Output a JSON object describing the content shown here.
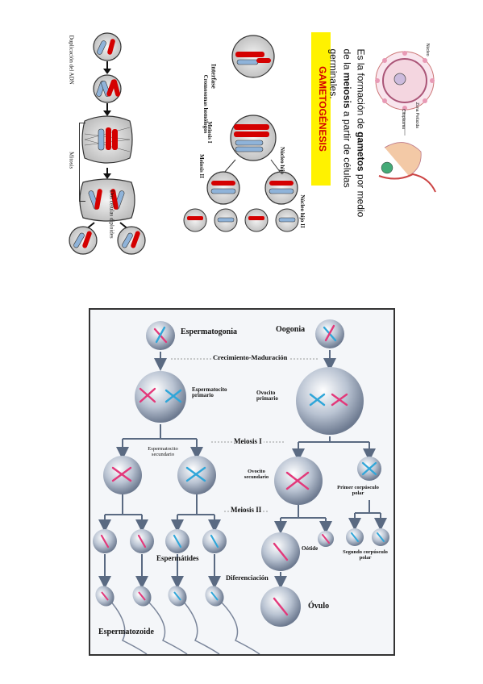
{
  "mitosis": {
    "dup_label": "Duplicación del ADN",
    "mitosis_label": "Mitosis",
    "diploid_label": "Dos células diploides"
  },
  "meiosis_small": {
    "interfase": "Interfase",
    "homologos": "Cromosomas homólogos",
    "meiosis1": "Meiosis I",
    "meiosis2": "Meiosis II",
    "nucleo_hijo": "Núcleo hijo",
    "nucleo_hijo_ii": "Núcleo hijo II"
  },
  "gametogenesis": {
    "title": "GAMETOGÉNESIS",
    "text_parts": [
      "Es la formación de ",
      "gametos",
      " por medio de la ",
      "meiosis",
      " a partir de células germinales."
    ],
    "oocyte_labels": [
      "Núcleo",
      "Zona Pelúcida",
      "Citoplasma"
    ]
  },
  "diagram": {
    "spermatogonia": "Espermatogonia",
    "oogonia": "Oogonia",
    "growth": "Crecimiento-Maduración",
    "primary_spermatocyte": "Espermatocito primario",
    "primary_oocyte": "Ovocito primario",
    "meiosis1": "Meiosis I",
    "secondary_spermatocyte": "Espermatocito secundario",
    "secondary_oocyte": "Ovocito secundario",
    "first_polar": "Primer corpúsculo polar",
    "meiosis2": "Meiosis II",
    "spermatids": "Espermátides",
    "ootid": "Oótide",
    "second_polar": "Segundo corpúsculo polar",
    "differentiation": "Diferenciación",
    "ovum": "Óvulo",
    "spermatozoid": "Espermatozoide"
  },
  "colors": {
    "chromo_red": "#d40000",
    "chromo_blue": "#8fb3d9",
    "pink": "#e3387a",
    "cyan": "#2fa6d9",
    "banner": "#fff200"
  }
}
